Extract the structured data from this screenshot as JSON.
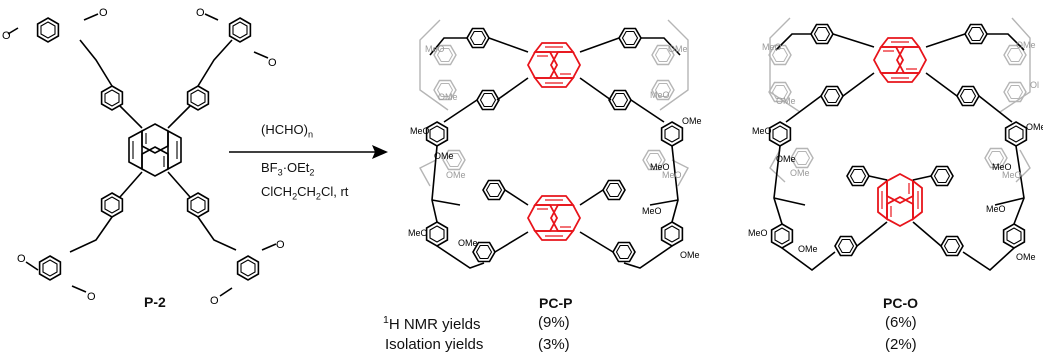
{
  "scheme": {
    "colors": {
      "bond": "#000000",
      "pyrene_highlight": "#e8141b",
      "back_bonds": "#b5b5b5"
    },
    "starting_material": {
      "label": "P-2",
      "substituent_label": "O"
    },
    "conditions": {
      "reagent_main": "(HCHO)",
      "reagent_sub": "n",
      "catalyst_a": "BF",
      "catalyst_sub": "3",
      "catalyst_b": "·OEt",
      "catalyst_sub2": "2",
      "solvent": "ClCH",
      "solvent_sub1": "2",
      "solvent_mid": "CH",
      "solvent_sub2": "2",
      "solvent_end": "Cl, rt"
    },
    "products": [
      {
        "label": "PC-P",
        "nmr_yield": "(9%)",
        "isolation_yield": "(3%)",
        "methoxy": {
          "meo": "MeO",
          "ome": "OMe"
        }
      },
      {
        "label": "PC-O",
        "nmr_yield": "(6%)",
        "isolation_yield": "(2%)",
        "methoxy": {
          "meo": "MeO",
          "ome": "OMe",
          "partial": "Ol"
        }
      }
    ],
    "row_labels": {
      "nmr_sup": "1",
      "nmr": "H NMR yields",
      "isolation": "Isolation yields"
    }
  }
}
